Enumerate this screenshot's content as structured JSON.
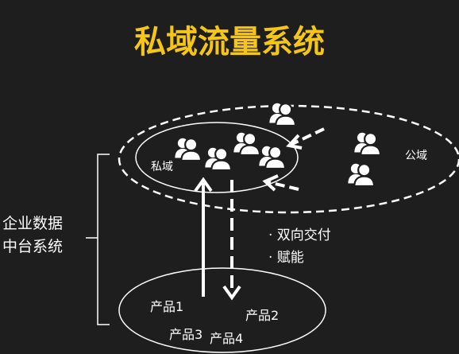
{
  "title": "私域流量系统",
  "colors": {
    "background": "#1e1e1e",
    "title": "#f5c518",
    "foreground": "#ffffff"
  },
  "icons": [
    "user-group-icon"
  ],
  "left_bracket_label": [
    "企业数据",
    "中台系统"
  ],
  "private_domain_label": "私域",
  "public_domain_label": "公域",
  "bullets": [
    "· 双向交付",
    "· 赋能"
  ],
  "products": [
    "产品1",
    "产品2",
    "产品3",
    "产品4"
  ]
}
